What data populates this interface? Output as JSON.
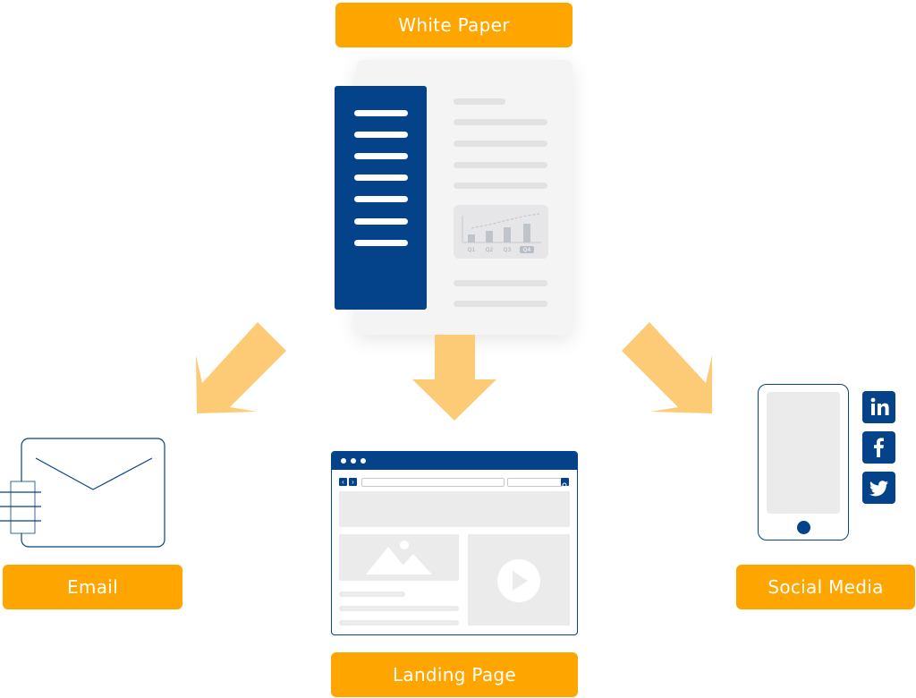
{
  "labels": {
    "white_paper": "White Paper",
    "email": "Email",
    "landing_page": "Landing Page",
    "social_media": "Social Media"
  },
  "mini_chart": {
    "tick_labels": [
      "Q1",
      "Q2",
      "Q3",
      "Q4"
    ]
  },
  "colors": {
    "label_bg": "#FFA500",
    "navy": "#04428A",
    "arrow": "#FDCB76",
    "gray_block": "#EBEBEB"
  },
  "social_icons": [
    "linkedin-icon",
    "facebook-icon",
    "twitter-icon"
  ]
}
